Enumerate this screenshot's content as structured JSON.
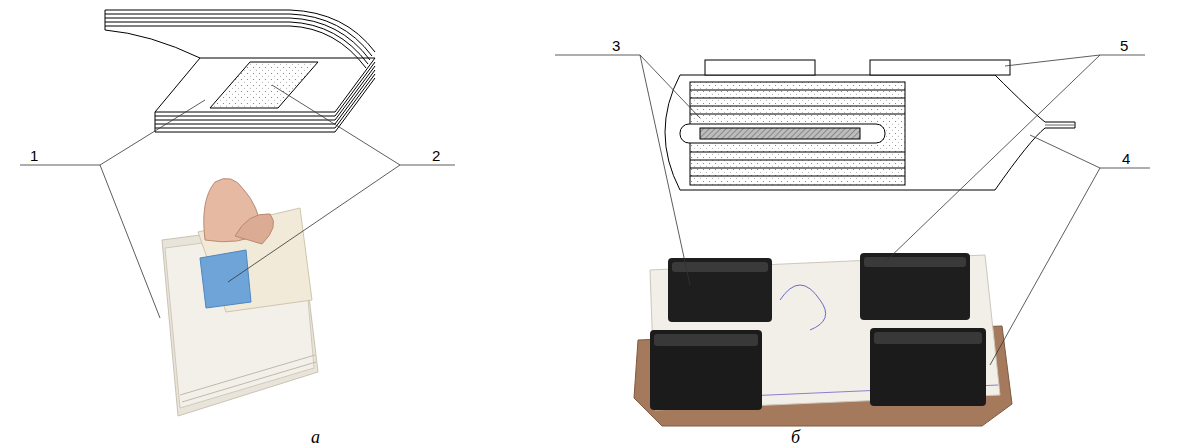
{
  "diagram": {
    "labels": [
      "1",
      "2",
      "3",
      "5",
      "4",
      "а",
      "б"
    ]
  }
}
